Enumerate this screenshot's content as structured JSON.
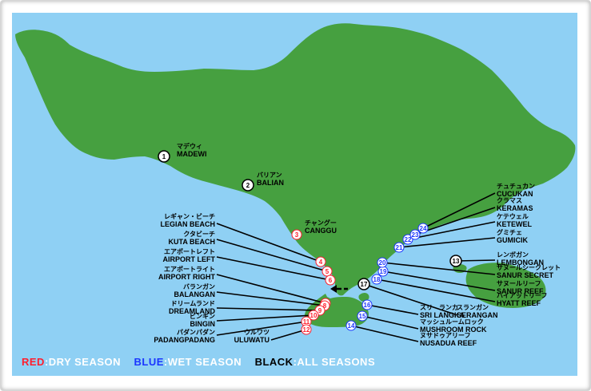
{
  "spots": [
    {
      "num": "1",
      "jp": "マデウィ",
      "en": "MADEWI",
      "season": "black"
    },
    {
      "num": "2",
      "jp": "バリアン",
      "en": "BALIAN",
      "season": "black"
    },
    {
      "num": "3",
      "jp": "チャングー",
      "en": "CANGGU",
      "season": "red"
    },
    {
      "num": "4",
      "jp": "レギャン・ビーチ",
      "en": "LEGIAN BEACH",
      "season": "red"
    },
    {
      "num": "5",
      "jp": "クタビーチ",
      "en": "KUTA BEACH",
      "season": "red"
    },
    {
      "num": "6",
      "jp": "エアポートレフト",
      "en": "AIRPORT LEFT",
      "season": "red"
    },
    {
      "num": "7",
      "jp": "エアポートライト",
      "en": "AIRPORT RIGHT",
      "season": "red"
    },
    {
      "num": "8",
      "jp": "バランガン",
      "en": "BALANGAN",
      "season": "red"
    },
    {
      "num": "9",
      "jp": "ドリームランド",
      "en": "DREAMLAND",
      "season": "red"
    },
    {
      "num": "10",
      "jp": "ビンギン",
      "en": "BINGIN",
      "season": "red"
    },
    {
      "num": "11",
      "jp": "パダンパダン",
      "en": "PADANGPADANG",
      "season": "red"
    },
    {
      "num": "12",
      "jp": "ウルワツ",
      "en": "ULUWATU",
      "season": "red"
    },
    {
      "num": "13",
      "jp": "レンボガン",
      "en": "LEMBONGAN",
      "season": "black"
    },
    {
      "num": "14",
      "jp": "ヌサドゥアリーフ",
      "en": "NUSADUA REEF",
      "season": "blue"
    },
    {
      "num": "15",
      "jp": "マッシュルームロック",
      "en": "MUSHROOM ROCK",
      "season": "blue"
    },
    {
      "num": "16",
      "jp": "スリ　ランカ",
      "en": "SRI LANGKA",
      "season": "blue"
    },
    {
      "num": "17",
      "jp": "スランガン",
      "en": "SERANGAN",
      "season": "black"
    },
    {
      "num": "18",
      "jp": "ハイアットリーフ",
      "en": "HYATT REEF",
      "season": "blue"
    },
    {
      "num": "19",
      "jp": "サヌールリーフ",
      "en": "SANUR REEF",
      "season": "blue"
    },
    {
      "num": "20",
      "jp": "サヌールシークレット",
      "en": "SANUR SECRET",
      "season": "blue"
    },
    {
      "num": "21",
      "jp": "グミチェ",
      "en": "GUMICIK",
      "season": "blue"
    },
    {
      "num": "22",
      "jp": "ケテウェル",
      "en": "KETEWEL",
      "season": "blue"
    },
    {
      "num": "23",
      "jp": "クラマス",
      "en": "KERAMAS",
      "season": "blue"
    },
    {
      "num": "24",
      "jp": "チュチュカン",
      "en": "CUCUKAN",
      "season": "blue"
    }
  ],
  "legend": {
    "red_word": "RED",
    "red_text": ":DRY SEASON",
    "blue_word": "BLUE",
    "blue_text": ":WET SEASON",
    "black_word": "BLACK",
    "black_text": ":ALL SEASONS"
  },
  "colors": {
    "sea": "#8fd0f4",
    "land": "#46a040",
    "red": "#ff1e2d",
    "blue": "#1a35ff",
    "black": "#000000"
  }
}
